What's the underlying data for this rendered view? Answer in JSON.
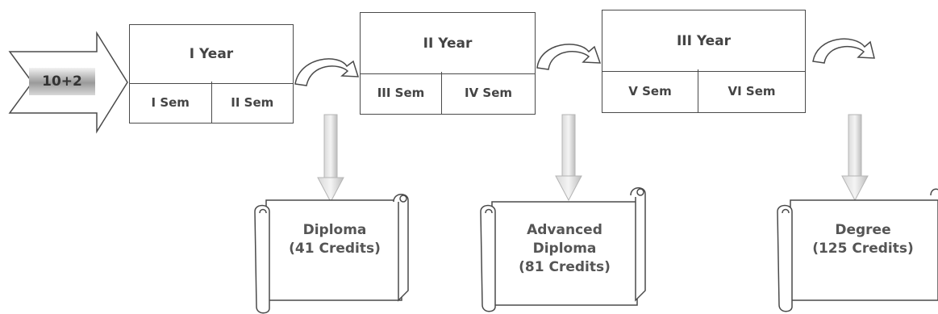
{
  "start": {
    "label": "10+2"
  },
  "years": [
    {
      "title": "I Year",
      "sems": [
        "I Sem",
        "II Sem"
      ]
    },
    {
      "title": "II Year",
      "sems": [
        "III  Sem",
        "IV  Sem"
      ]
    },
    {
      "title": "III Year",
      "sems": [
        "V  Sem",
        "VI  Sem"
      ]
    }
  ],
  "awards": [
    {
      "lines": [
        "Diploma",
        "(41 Credits)"
      ]
    },
    {
      "lines": [
        "Advanced",
        "Diploma",
        "(81 Credits)"
      ]
    },
    {
      "lines": [
        "Degree",
        "(125 Credits)"
      ]
    }
  ]
}
